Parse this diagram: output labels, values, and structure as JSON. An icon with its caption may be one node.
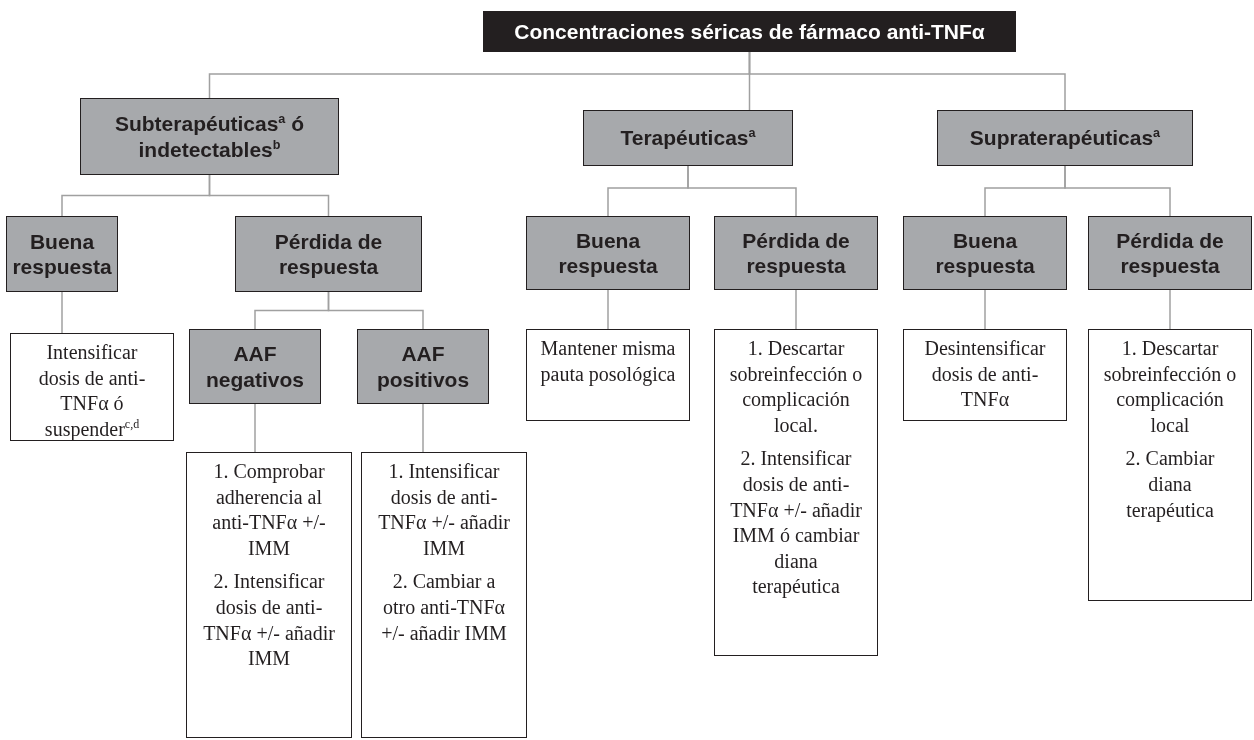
{
  "diagram": {
    "nodes": [
      {
        "text": [
          "Concentraciones séricas de fármaco anti-TNFα"
        ]
      },
      {
        "text": [
          "Subterapéuticas$^{a}$ ó indetectables$^{b}$"
        ]
      },
      {
        "text": [
          "Terapéuticas$^{a}$"
        ]
      },
      {
        "text": [
          "Supraterapéuticas$^{a}$"
        ]
      },
      {
        "text": [
          "Buena respuesta"
        ]
      },
      {
        "text": [
          "Pérdida de respuesta"
        ]
      },
      {
        "text": [
          "Buena respuesta"
        ]
      },
      {
        "text": [
          "Pérdida de respuesta"
        ]
      },
      {
        "text": [
          "Buena respuesta"
        ]
      },
      {
        "text": [
          "Pérdida de respuesta"
        ]
      },
      {
        "text": [
          "Intensificar dosis de anti-TNFα ó suspender$^{c,d}$"
        ]
      },
      {
        "text": [
          "AAF negativos"
        ]
      },
      {
        "text": [
          "AAF positivos"
        ]
      },
      {
        "text": [
          "Mantener misma pauta posológica"
        ]
      },
      {
        "text": [
          "1. Descartar sobreinfección o complicación local.",
          "2. Intensificar dosis de anti-TNFα +/- añadir IMM ó cambiar diana terapéutica"
        ]
      },
      {
        "text": [
          "Desintensificar dosis de anti-TNFα"
        ]
      },
      {
        "text": [
          "1. Descartar sobreinfección o complicación local",
          "2. Cambiar diana terapéutica"
        ]
      },
      {
        "text": [
          "1. Comprobar adherencia al anti-TNFα +/- IMM",
          "2. Intensificar dosis de anti-TNFα +/- añadir IMM"
        ]
      },
      {
        "text": [
          "1. Intensificar dosis de anti-TNFα +/- añadir IMM",
          "2. Cambiar a otro anti-TNFα +/- añadir IMM"
        ]
      }
    ],
    "edges": [
      {
        "from": 0,
        "to": 1,
        "arrow": "none"
      },
      {
        "from": 0,
        "to": 2,
        "arrow": "none"
      },
      {
        "from": 0,
        "to": 3,
        "arrow": "none"
      },
      {
        "from": 1,
        "to": 4,
        "arrow": "none"
      },
      {
        "from": 1,
        "to": 5,
        "arrow": "none"
      },
      {
        "from": 2,
        "to": 6,
        "arrow": "none"
      },
      {
        "from": 2,
        "to": 7,
        "arrow": "none"
      },
      {
        "from": 3,
        "to": 8,
        "arrow": "none"
      },
      {
        "from": 3,
        "to": 9,
        "arrow": "none"
      },
      {
        "from": 4,
        "to": 10,
        "arrow": "none"
      },
      {
        "from": 5,
        "to": 11,
        "arrow": "none"
      },
      {
        "from": 5,
        "to": 12,
        "arrow": "none"
      },
      {
        "from": 6,
        "to": 13,
        "arrow": "none"
      },
      {
        "from": 7,
        "to": 14,
        "arrow": "none"
      },
      {
        "from": 8,
        "to": 15,
        "arrow": "none"
      },
      {
        "from": 9,
        "to": 16,
        "arrow": "none"
      },
      {
        "from": 11,
        "to": 17,
        "arrow": "none"
      },
      {
        "from": 12,
        "to": 18,
        "arrow": "none"
      }
    ]
  }
}
